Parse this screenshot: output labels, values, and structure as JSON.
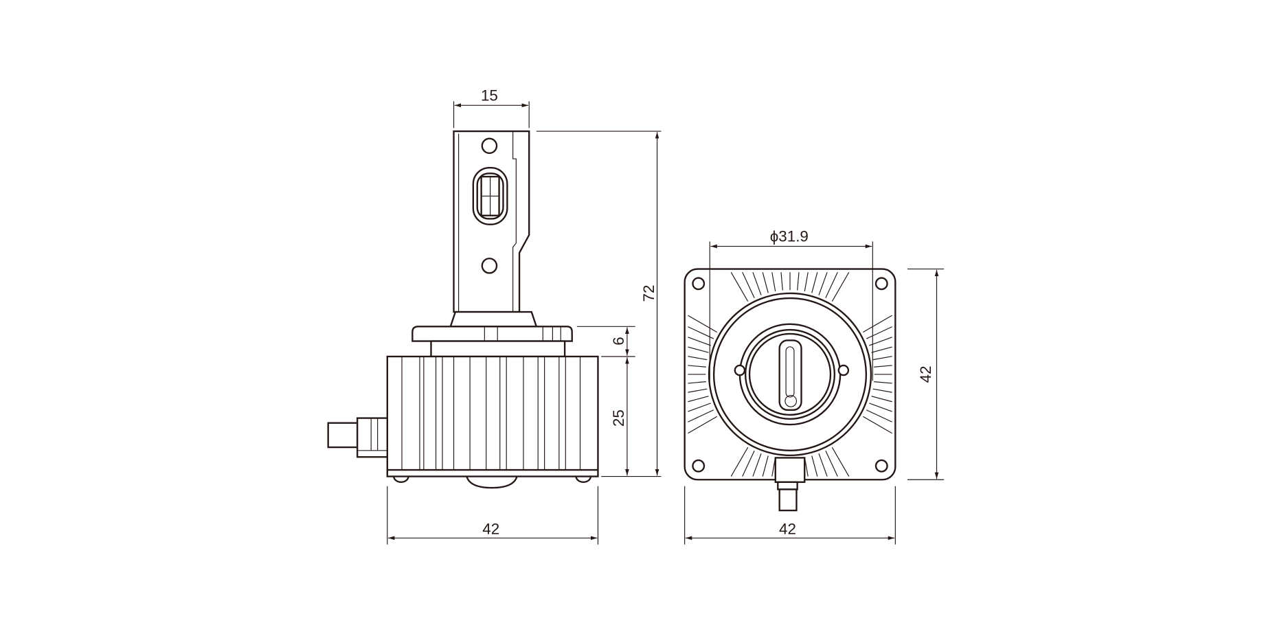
{
  "dimensions": {
    "stem_width": "15",
    "total_height": "72",
    "flange_height": "6",
    "body_height": "25",
    "side_width": "42",
    "front_width": "42",
    "front_height": "42",
    "ring_diameter": "ϕ31.9"
  },
  "colors": {
    "line": "#231815",
    "background": "#ffffff"
  }
}
